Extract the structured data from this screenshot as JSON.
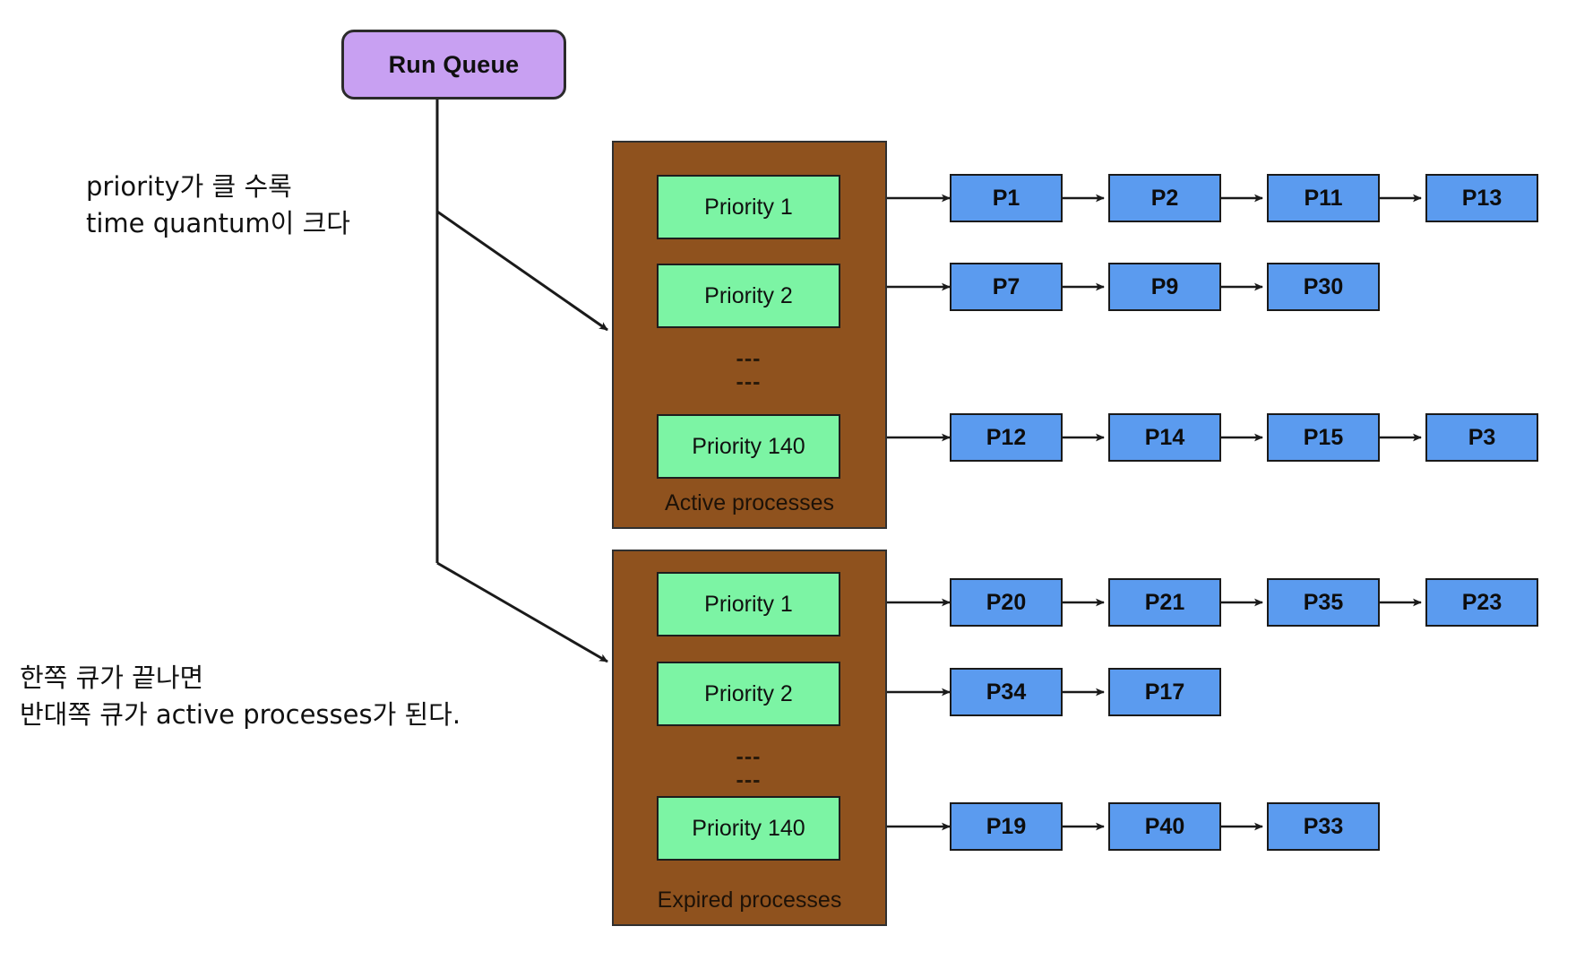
{
  "diagram": {
    "title_node": {
      "label": "Run Queue"
    },
    "annotations": [
      {
        "name": "priority-time-quantum-note",
        "text": "priority가 클 수록\ntime quantum이 크다"
      },
      {
        "name": "queue-swap-note",
        "text": "한쪽 큐가 끝나면\n반대쪽 큐가 active processes가 된다."
      }
    ],
    "queues": [
      {
        "id": "active",
        "caption": "Active processes",
        "ellipsis": "---\n---",
        "rows": [
          {
            "priority_label": "Priority 1",
            "processes": [
              "P1",
              "P2",
              "P11",
              "P13"
            ]
          },
          {
            "priority_label": "Priority 2",
            "processes": [
              "P7",
              "P9",
              "P30"
            ]
          },
          {
            "priority_label": "Priority 140",
            "processes": [
              "P12",
              "P14",
              "P15",
              "P3"
            ]
          }
        ]
      },
      {
        "id": "expired",
        "caption": "Expired processes",
        "ellipsis": "---\n---",
        "rows": [
          {
            "priority_label": "Priority 1",
            "processes": [
              "P20",
              "P21",
              "P35",
              "P23"
            ]
          },
          {
            "priority_label": "Priority 2",
            "processes": [
              "P34",
              "P17"
            ]
          },
          {
            "priority_label": "Priority 140",
            "processes": [
              "P19",
              "P40",
              "P33"
            ]
          }
        ]
      }
    ],
    "colors": {
      "run_queue": "#c8a0f2",
      "queue_container": "#8f521e",
      "priority_box": "#7cf4a4",
      "process_box": "#5b9bef",
      "stroke": "#1a1a1a",
      "background": "#ffffff"
    }
  }
}
